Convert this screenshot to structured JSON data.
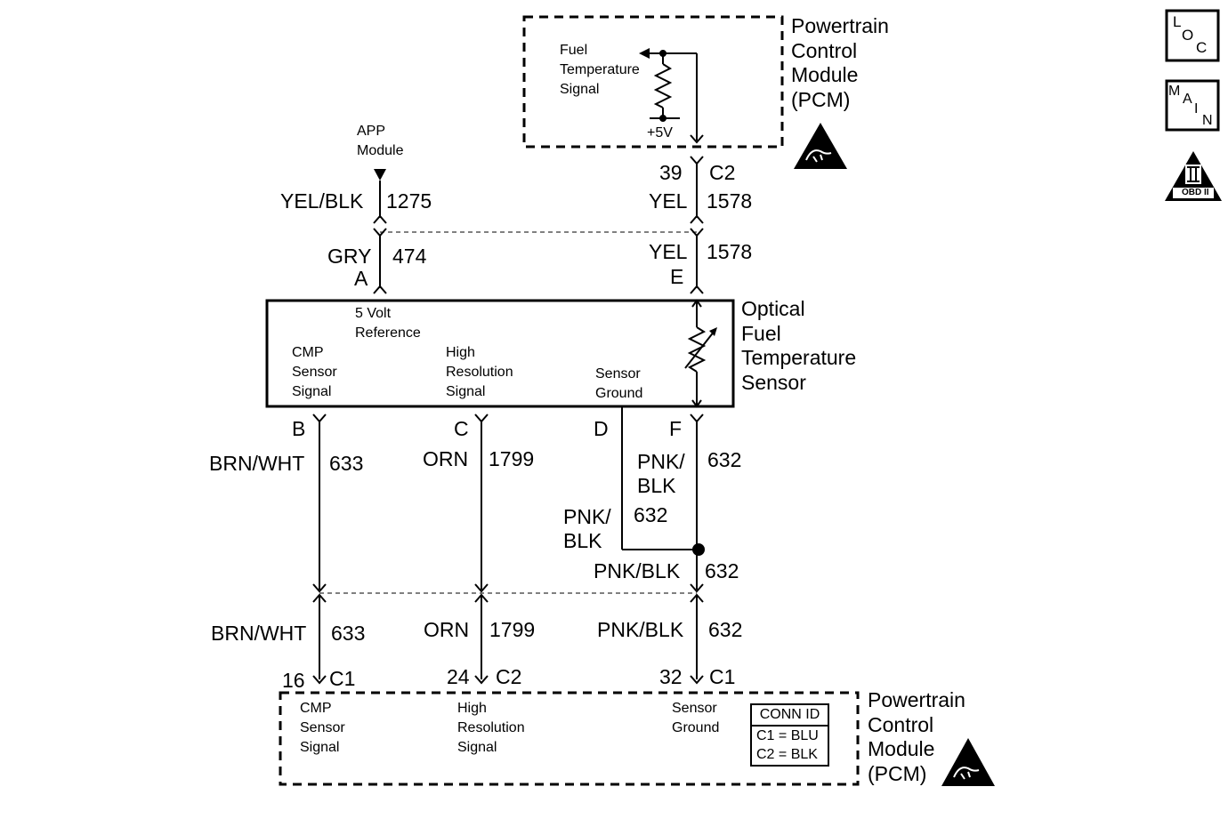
{
  "pcm_top": {
    "title": "Powertrain\nControl\nModule\n(PCM)",
    "signal": "Fuel\nTemperature\nSignal",
    "supply": "+5V",
    "pin": "39",
    "connector": "C2"
  },
  "app": {
    "label": "APP\nModule"
  },
  "wires_upper": {
    "left_color": "YEL/BLK",
    "left_circuit": "1275",
    "right_color": "YEL",
    "right_circuit": "1578"
  },
  "wires_sensor_top": {
    "left_color": "GRY",
    "left_circuit": "474",
    "left_pin": "A",
    "right_color": "YEL",
    "right_circuit": "1578",
    "right_pin": "E"
  },
  "sensor": {
    "title": "Optical\nFuel\nTemperature\nSensor",
    "ref_label": "5 Volt\nReference",
    "cmp_label": "CMP\nSensor\nSignal",
    "hires_label": "High\nResolution\nSignal",
    "ground_label": "Sensor\nGround",
    "pins": [
      "B",
      "C",
      "D",
      "F"
    ]
  },
  "wires_lower": {
    "b_color": "BRN/WHT",
    "b_circuit": "633",
    "c_color": "ORN",
    "c_circuit": "1799",
    "f_color": "PNK/\nBLK",
    "f_circuit": "632",
    "d_color": "PNK/\nBLK",
    "d_circuit": "632",
    "splice_color": "PNK/BLK",
    "splice_circuit": "632"
  },
  "wires_bottom": {
    "b_color": "BRN/WHT",
    "b_circuit": "633",
    "c_color": "ORN",
    "c_circuit": "1799",
    "f_color": "PNK/BLK",
    "f_circuit": "632"
  },
  "pcm_bottom": {
    "title": "Powertrain\nControl\nModule\n(PCM)",
    "pin1": "16",
    "conn1": "C1",
    "pin2": "24",
    "conn2": "C2",
    "pin3": "32",
    "conn3": "C1",
    "cmp_label": "CMP\nSensor\nSignal",
    "hires_label": "High\nResolution\nSignal",
    "ground_label": "Sensor\nGround",
    "conn_id_header": "CONN ID",
    "conn_id_rows": [
      "C1 = BLU",
      "C2 = BLK"
    ]
  },
  "side_icons": {
    "loc": [
      "L",
      "O",
      "C"
    ],
    "main": [
      "M",
      "A",
      "I",
      "N"
    ],
    "obd_mark": "II",
    "obd_text": "OBD II"
  }
}
